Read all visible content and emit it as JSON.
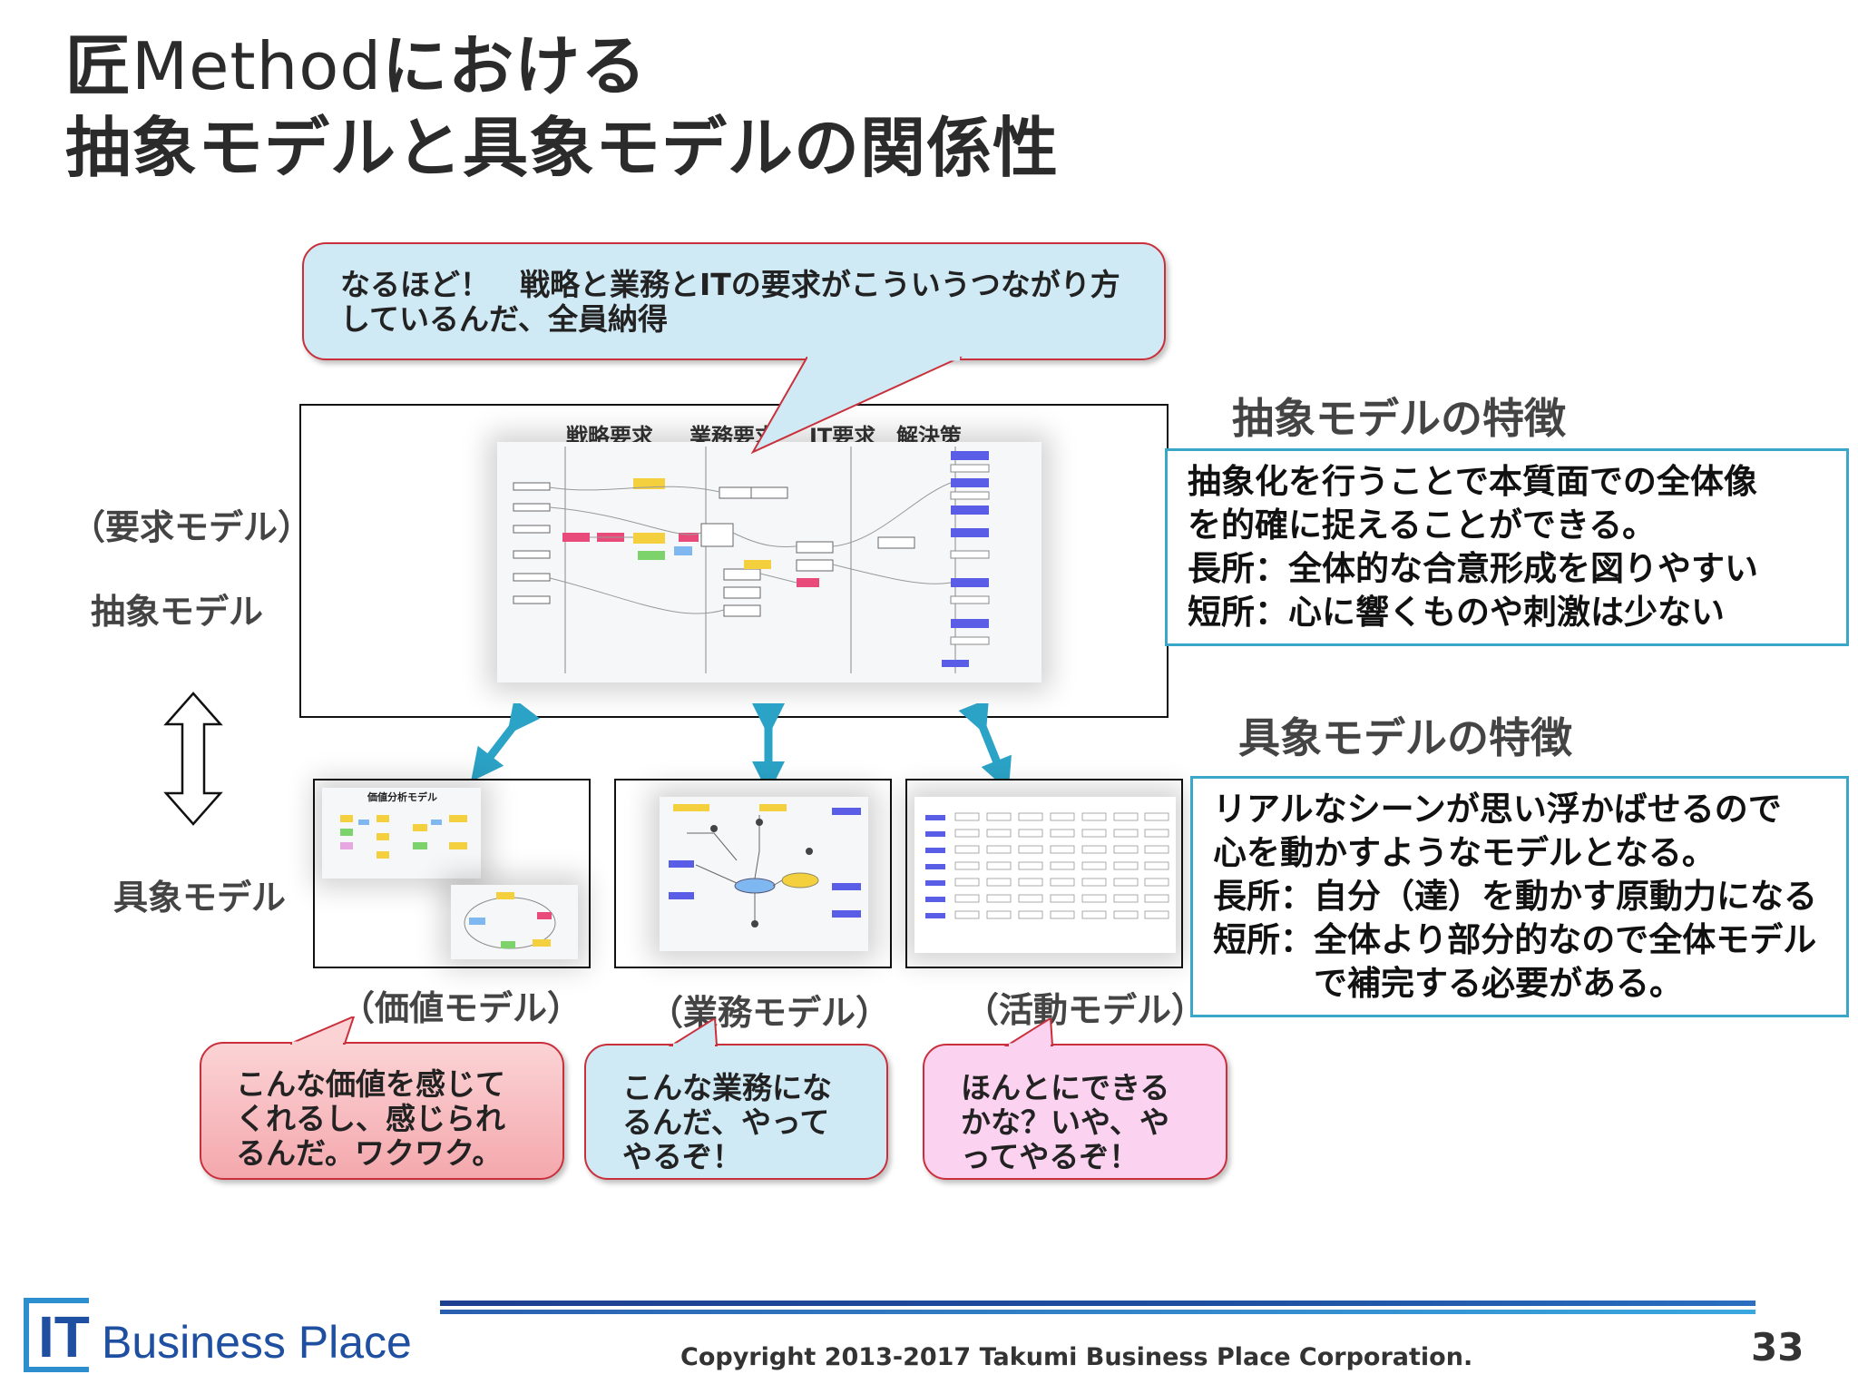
{
  "title": {
    "line1_kanji": "匠",
    "line1_method": "Method",
    "line1_rest": "における",
    "line2": "抽象モデルと具象モデルの関係性"
  },
  "bubbles": {
    "top": "なるほど！　戦略と業務とITの要求がこういうつながり方しているんだ、全員納得",
    "value": "こんな価値を感じてくれるし、感じられるんだ。ワクワク。",
    "business": "こんな業務になるんだ、やってやるぞ！",
    "activity": "ほんとにできるかな？いや、やってやるぞ！"
  },
  "left_labels": {
    "requirement_model": "（要求モデル）",
    "abstract_model": "抽象モデル",
    "concrete_model": "具象モデル"
  },
  "main_diagram": {
    "col1": "戦略要求",
    "col2": "業務要求",
    "col3": "IT要求",
    "col4": "解決策"
  },
  "sub_labels": {
    "value_model": "（価値モデル）",
    "business_model": "（業務モデル）",
    "activity_model": "（活動モデル）",
    "value_thumb_title": "価値分析モデル"
  },
  "abstract_feature": {
    "title": "抽象モデルの特徴",
    "lines": [
      "抽象化を行うことで本質面での全体像",
      "を的確に捉えることができる。",
      "長所：全体的な合意形成を図りやすい",
      "短所：心に響くものや刺激は少ない"
    ]
  },
  "concrete_feature": {
    "title": "具象モデルの特徴",
    "lines": [
      "リアルなシーンが思い浮かばせるので",
      "心を動かすようなモデルとなる。",
      "長所：自分（達）を動かす原動力になる",
      "短所：全体より部分的なので全体モデル",
      "　　　で補完する必要がある。"
    ]
  },
  "footer": {
    "logo_mark": "IT",
    "logo_text": "Business Place",
    "copyright": "Copyright  2013-2017 Takumi Business Place Corporation.",
    "page_number": "33"
  },
  "colors": {
    "arrow": "#2ba3c6",
    "bubble_border": "#c9303b",
    "feature_border": "#3aa7c8",
    "footer_blue": "#1f4fa0"
  }
}
